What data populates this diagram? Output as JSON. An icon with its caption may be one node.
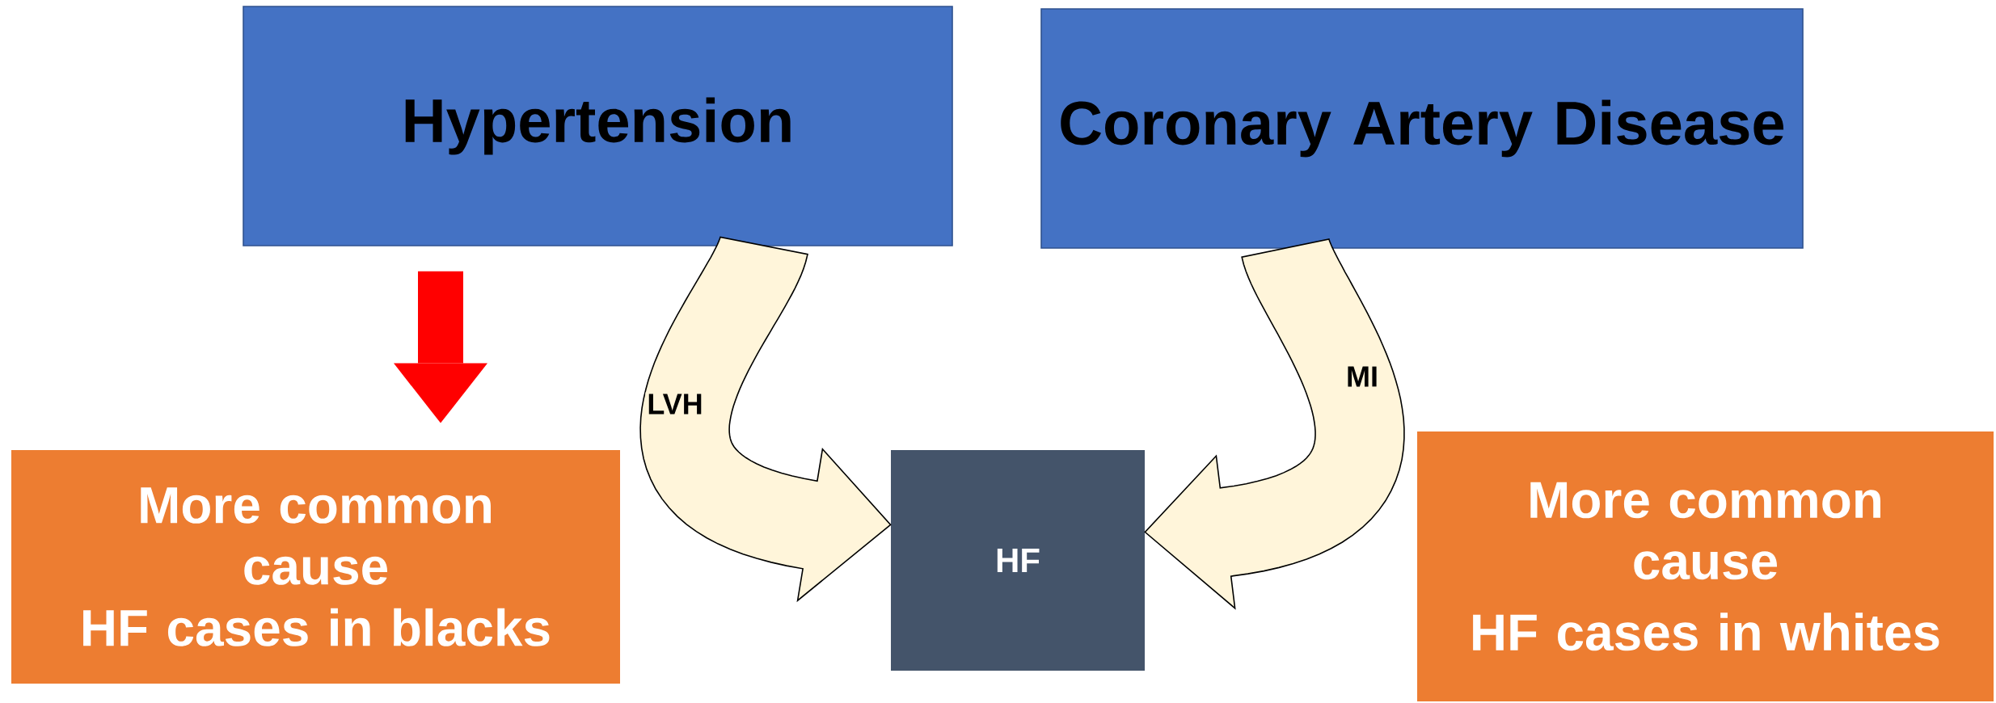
{
  "diagram": {
    "nodes": [
      {
        "text": [
          "Hypertension"
        ]
      },
      {
        "text": [
          "Coronary Artery Disease"
        ]
      },
      {
        "text": [
          "More common cause",
          "HF cases in blacks"
        ]
      },
      {
        "text": [
          "HF"
        ]
      },
      {
        "text": [
          "More common cause",
          "HF cases in whites"
        ]
      }
    ],
    "edges": [
      {
        "from": 0,
        "to": 2,
        "arrow": "to",
        "color": "#ff0000"
      },
      {
        "from": 0,
        "to": 3,
        "arrow": "to",
        "label": "LVH"
      },
      {
        "from": 1,
        "to": 3,
        "arrow": "to",
        "label": "MI"
      }
    ]
  }
}
